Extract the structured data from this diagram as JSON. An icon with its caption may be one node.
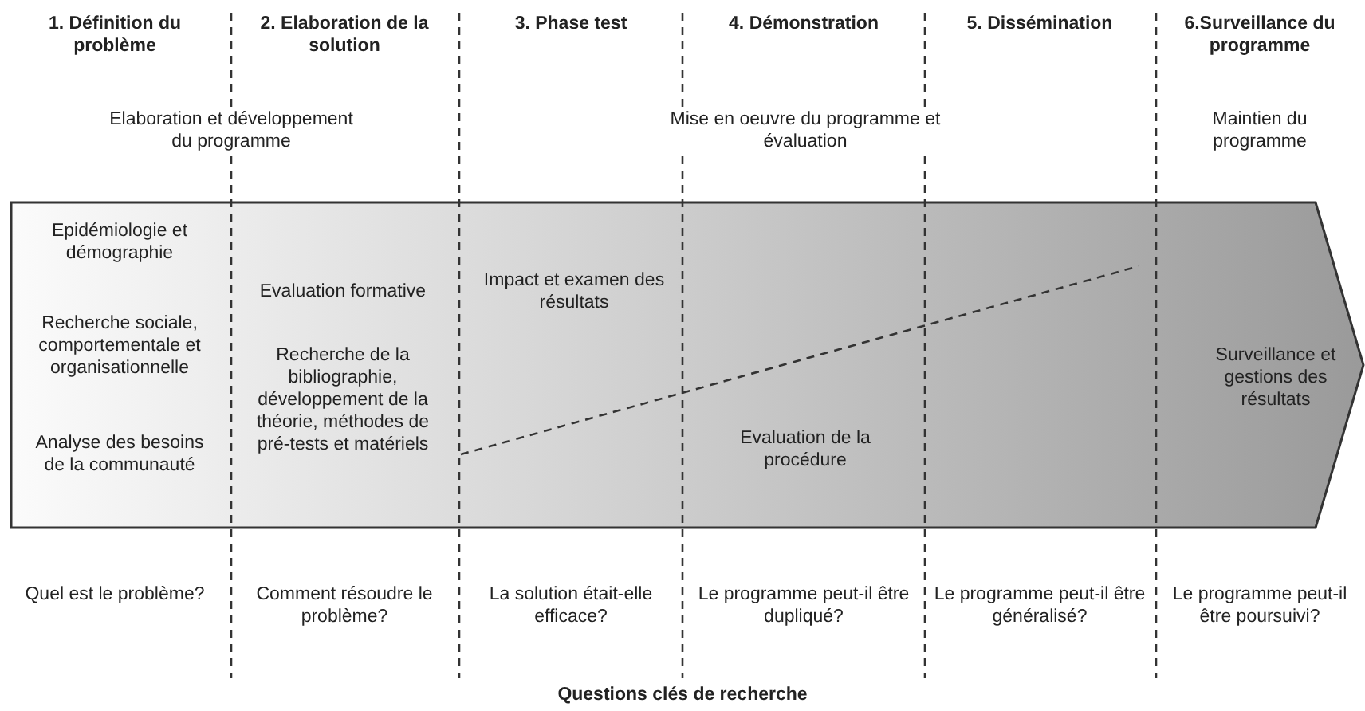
{
  "diagram": {
    "caption": "Questions clés de recherche",
    "nodes": [
      {
        "text": [
          "Epidémiologie et démographie",
          "Recherche sociale, comportementale et organisationnelle",
          "Analyse des besoins de la communauté",
          "Evaluation formative",
          "Recherche de la bibliographie, développement de la théorie, méthodes de pré-tests et matériels",
          "Impact et examen des résultats",
          "Evaluation de la procédure",
          "Surveillance et gestions des résultats"
        ]
      }
    ],
    "labels": [
      "1. Définition du problème",
      "2. Elaboration de la solution",
      "3. Phase test",
      "4. Démonstration",
      "5. Dissémination",
      "6.Surveillance du programme",
      "Elaboration et développement du programme",
      "Mise en oeuvre du programme et évaluation",
      "Maintien du programme",
      "Quel est le problème?",
      "Comment résoudre le problème?",
      "La solution était-elle efficace?",
      "Le programme peut-il être dupliqué?",
      "Le programme peut-il être généralisé?",
      "Le programme peut-il être poursuivi?"
    ]
  }
}
